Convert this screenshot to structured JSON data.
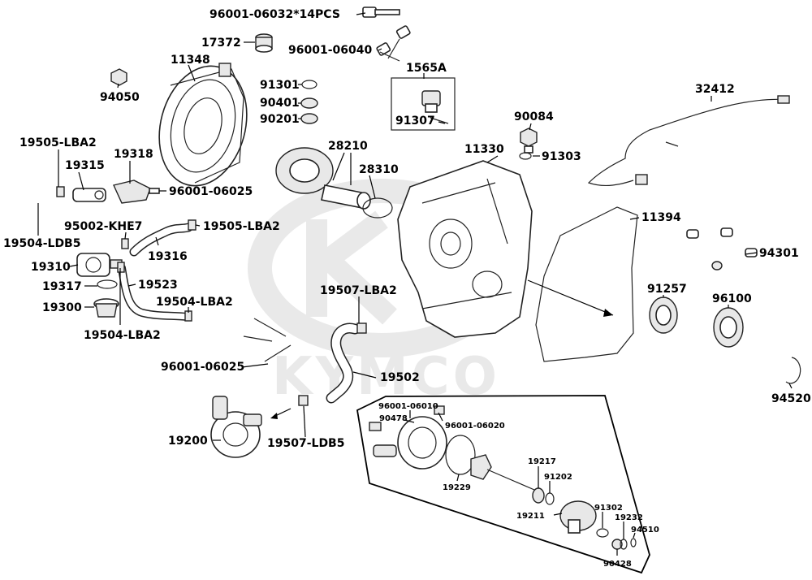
{
  "watermark": "KYMCO",
  "labels": {
    "p96001_06032": "96001-06032*14PCS",
    "p17372": "17372",
    "p96001_06040": "96001-06040",
    "p11348": "11348",
    "p94050": "94050",
    "p91301": "91301",
    "p90401": "90401",
    "p90201": "90201",
    "p1565A": "1565A",
    "p91307": "91307",
    "p32412": "32412",
    "p90084": "90084",
    "p91303": "91303",
    "p19505_a": "19505-LBA2",
    "p19315": "19315",
    "p19318": "19318",
    "p96001_06025_a": "96001-06025",
    "p28210": "28210",
    "p28310": "28310",
    "p11330": "11330",
    "p11394": "11394",
    "p94301": "94301",
    "p19504_ldb5": "19504-LDB5",
    "p95002": "95002-KHE7",
    "p19505_b": "19505-LBA2",
    "p19316": "19316",
    "p19310": "19310",
    "p19317": "19317",
    "p19523": "19523",
    "p19300": "19300",
    "p19504_a": "19504-LBA2",
    "p19504_b": "19504-LBA2",
    "p19507_lba2": "19507-LBA2",
    "p91257": "91257",
    "p96100": "96100",
    "p96001_06025_b": "96001-06025",
    "p19502": "19502",
    "p94520": "94520",
    "p19200": "19200",
    "p19507_ldb5": "19507-LDB5",
    "inset": {
      "p96001_06010": "96001-06010",
      "p90478": "90478",
      "p96001_06020": "96001-06020",
      "p19217": "19217",
      "p91202": "91202",
      "p19229": "19229",
      "p19211": "19211",
      "p91302": "91302",
      "p19232": "19232",
      "p94510": "94510",
      "p90428": "90428"
    }
  }
}
